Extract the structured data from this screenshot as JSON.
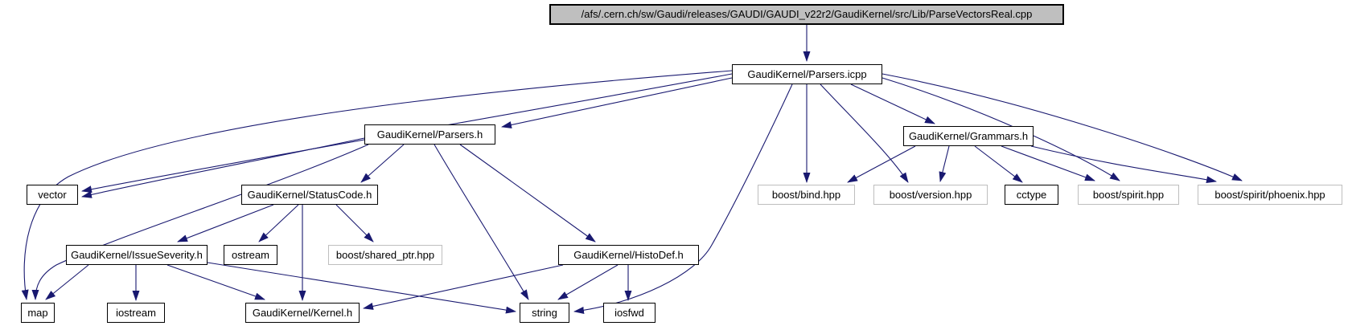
{
  "diagram": {
    "kind": "include-dependency-graph",
    "colors": {
      "edge": "#191970",
      "internal_border": "#000000",
      "external_border": "#bebebe",
      "current_node_fill": "#bfbfbf",
      "background": "#ffffff"
    },
    "nodes": {
      "cpp": {
        "label": "/afs/.cern.ch/sw/Gaudi/releases/GAUDI/GAUDI_v22r2/GaudiKernel/src/Lib/ParseVectorsReal.cpp",
        "type": "current"
      },
      "parsers_icpp": {
        "label": "GaudiKernel/Parsers.icpp",
        "type": "internal"
      },
      "parsers_h": {
        "label": "GaudiKernel/Parsers.h",
        "type": "internal"
      },
      "grammars_h": {
        "label": "GaudiKernel/Grammars.h",
        "type": "internal"
      },
      "vector": {
        "label": "vector",
        "type": "internal"
      },
      "statuscode_h": {
        "label": "GaudiKernel/StatusCode.h",
        "type": "internal"
      },
      "boost_bind": {
        "label": "boost/bind.hpp",
        "type": "external"
      },
      "boost_version": {
        "label": "boost/version.hpp",
        "type": "external"
      },
      "cctype": {
        "label": "cctype",
        "type": "internal"
      },
      "boost_spirit": {
        "label": "boost/spirit.hpp",
        "type": "external"
      },
      "boost_phoenix": {
        "label": "boost/spirit/phoenix.hpp",
        "type": "external"
      },
      "issueseverity_h": {
        "label": "GaudiKernel/IssueSeverity.h",
        "type": "internal"
      },
      "ostream": {
        "label": "ostream",
        "type": "internal"
      },
      "boost_shared_ptr": {
        "label": "boost/shared_ptr.hpp",
        "type": "external"
      },
      "histodef_h": {
        "label": "GaudiKernel/HistoDef.h",
        "type": "internal"
      },
      "map": {
        "label": "map",
        "type": "internal"
      },
      "iostream": {
        "label": "iostream",
        "type": "internal"
      },
      "kernel_h": {
        "label": "GaudiKernel/Kernel.h",
        "type": "internal"
      },
      "string": {
        "label": "string",
        "type": "internal"
      },
      "iosfwd": {
        "label": "iosfwd",
        "type": "internal"
      }
    },
    "edges": [
      {
        "from": "cpp",
        "to": "parsers_icpp"
      },
      {
        "from": "parsers_icpp",
        "to": "parsers_h"
      },
      {
        "from": "parsers_icpp",
        "to": "vector"
      },
      {
        "from": "parsers_icpp",
        "to": "map"
      },
      {
        "from": "parsers_icpp",
        "to": "string"
      },
      {
        "from": "parsers_icpp",
        "to": "boost_bind"
      },
      {
        "from": "parsers_icpp",
        "to": "boost_version"
      },
      {
        "from": "parsers_icpp",
        "to": "grammars_h"
      },
      {
        "from": "parsers_icpp",
        "to": "boost_spirit"
      },
      {
        "from": "parsers_icpp",
        "to": "boost_phoenix"
      },
      {
        "from": "parsers_h",
        "to": "statuscode_h"
      },
      {
        "from": "parsers_h",
        "to": "vector"
      },
      {
        "from": "parsers_h",
        "to": "map"
      },
      {
        "from": "parsers_h",
        "to": "string"
      },
      {
        "from": "parsers_h",
        "to": "histodef_h"
      },
      {
        "from": "statuscode_h",
        "to": "issueseverity_h"
      },
      {
        "from": "statuscode_h",
        "to": "ostream"
      },
      {
        "from": "statuscode_h",
        "to": "kernel_h"
      },
      {
        "from": "statuscode_h",
        "to": "boost_shared_ptr"
      },
      {
        "from": "issueseverity_h",
        "to": "map"
      },
      {
        "from": "issueseverity_h",
        "to": "iostream"
      },
      {
        "from": "issueseverity_h",
        "to": "kernel_h"
      },
      {
        "from": "issueseverity_h",
        "to": "string"
      },
      {
        "from": "histodef_h",
        "to": "kernel_h"
      },
      {
        "from": "histodef_h",
        "to": "string"
      },
      {
        "from": "histodef_h",
        "to": "iosfwd"
      },
      {
        "from": "grammars_h",
        "to": "boost_bind"
      },
      {
        "from": "grammars_h",
        "to": "boost_version"
      },
      {
        "from": "grammars_h",
        "to": "cctype"
      },
      {
        "from": "grammars_h",
        "to": "boost_spirit"
      },
      {
        "from": "grammars_h",
        "to": "boost_phoenix"
      }
    ]
  }
}
